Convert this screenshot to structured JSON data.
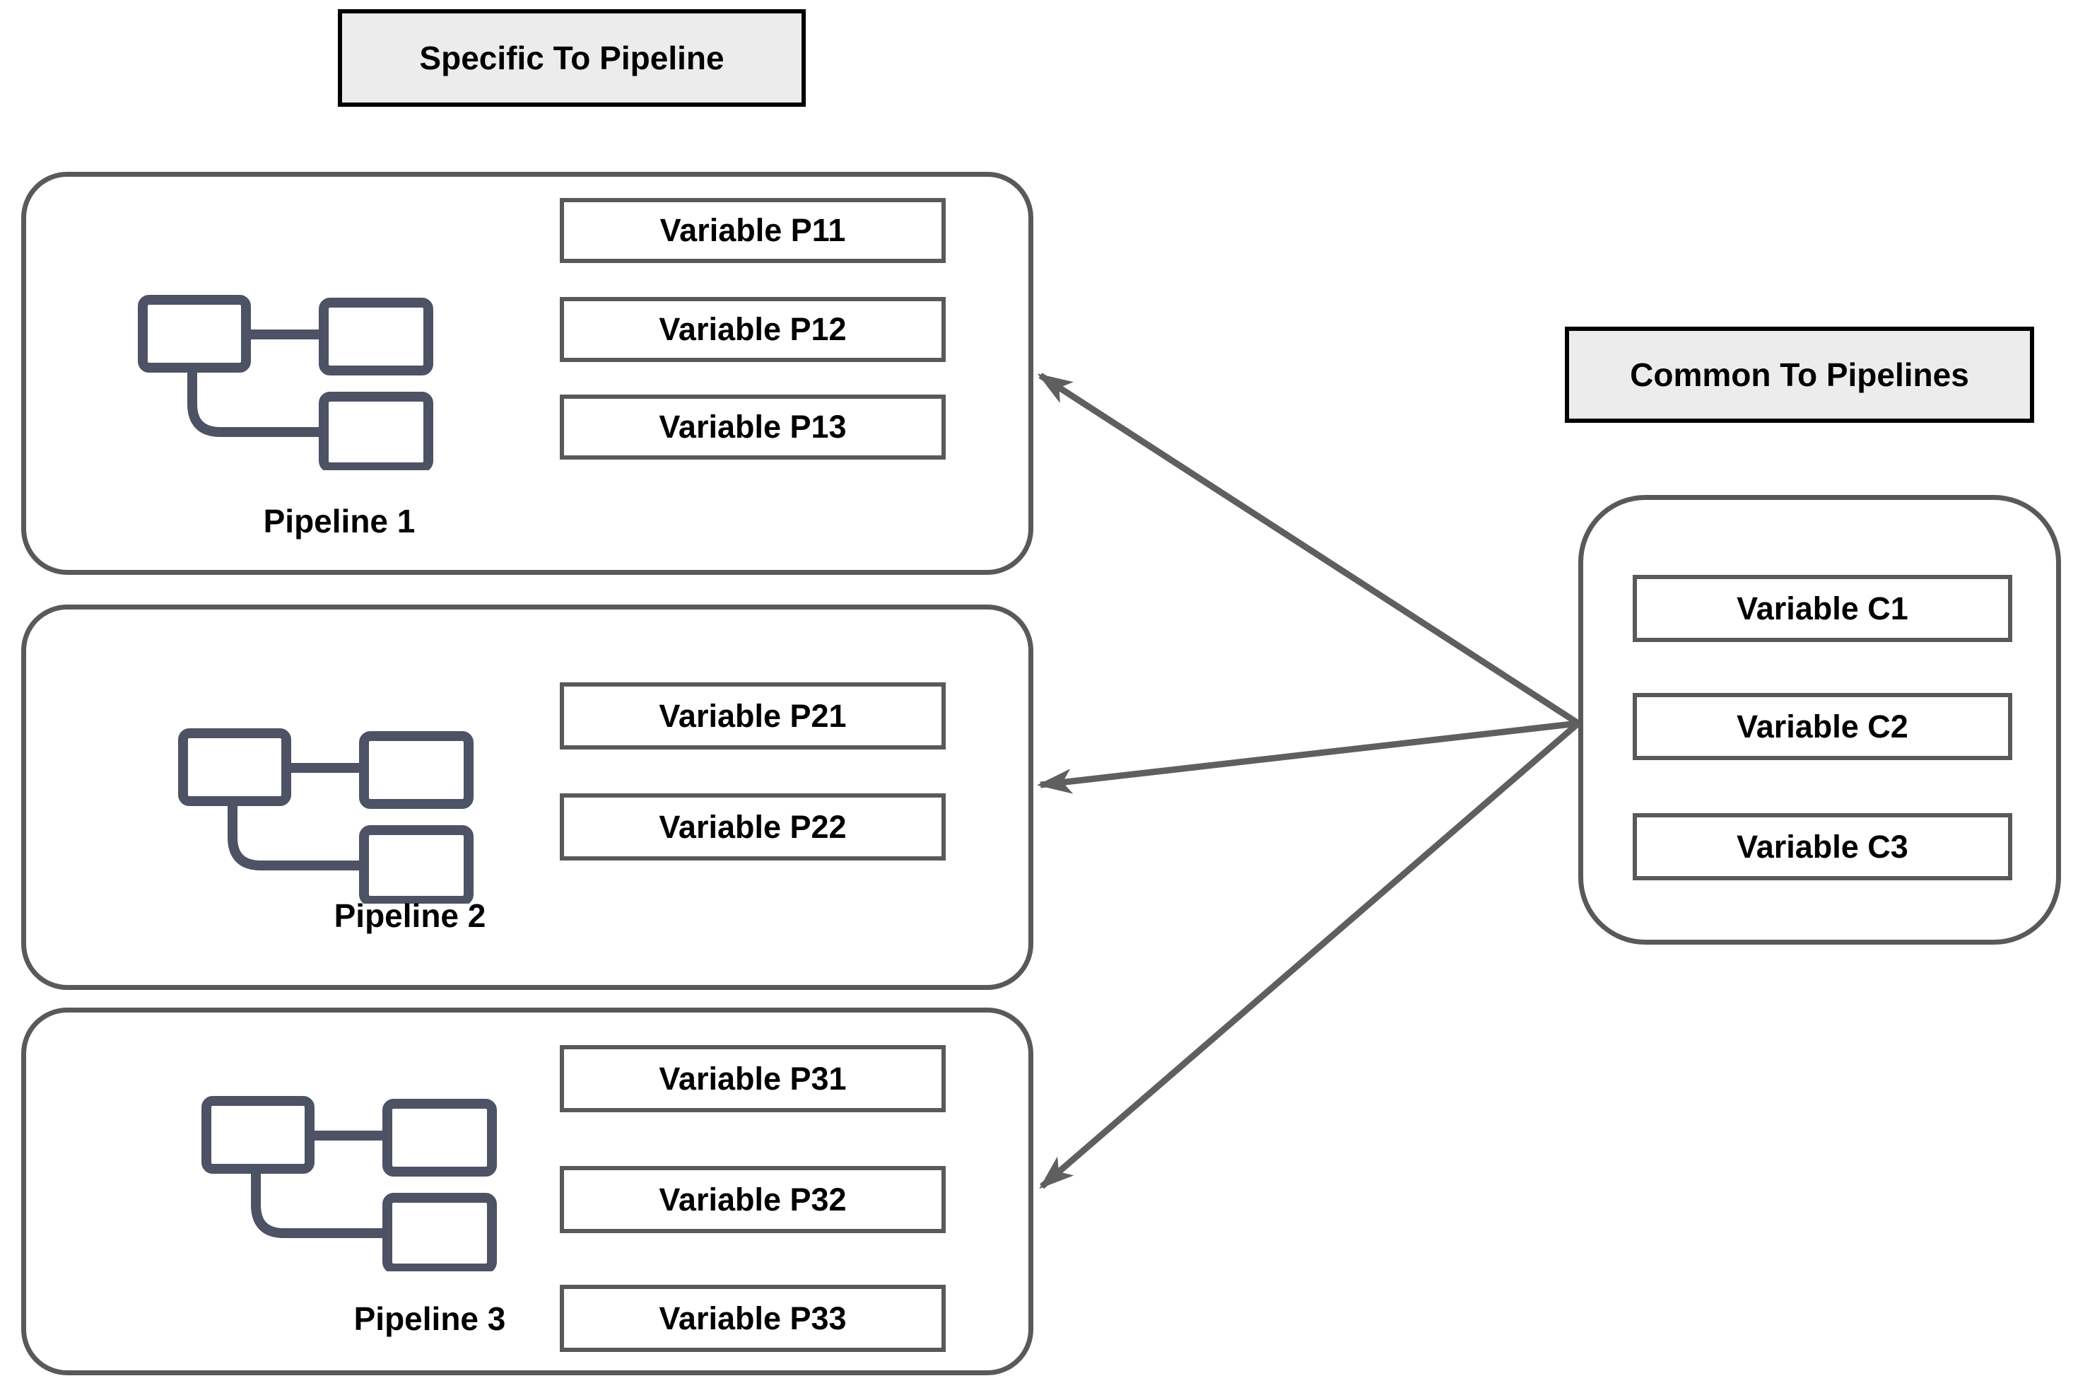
{
  "titles": {
    "specific": "Specific To Pipeline",
    "common": "Common To Pipelines"
  },
  "pipelines": [
    {
      "label": "Pipeline 1",
      "variables": [
        "Variable P11",
        "Variable P12",
        "Variable P13"
      ]
    },
    {
      "label": "Pipeline 2",
      "variables": [
        "Variable P21",
        "Variable P22"
      ]
    },
    {
      "label": "Pipeline 3",
      "variables": [
        "Variable P31",
        "Variable P32",
        "Variable P33"
      ]
    }
  ],
  "common": {
    "variables": [
      "Variable C1",
      "Variable C2",
      "Variable C3"
    ]
  },
  "arrows": [
    {
      "from": "common-container",
      "to": "pipeline-1"
    },
    {
      "from": "common-container",
      "to": "pipeline-2"
    },
    {
      "from": "common-container",
      "to": "pipeline-3"
    }
  ],
  "icons": {
    "pipeline_icon": "flow-chart-icon"
  },
  "colors": {
    "container_border": "#595959",
    "arrow": "#5f5f5f",
    "icon": "#4d5264",
    "title_fill": "#ececec",
    "title_border": "#000000",
    "background": "#ffffff",
    "text": "#000000"
  }
}
